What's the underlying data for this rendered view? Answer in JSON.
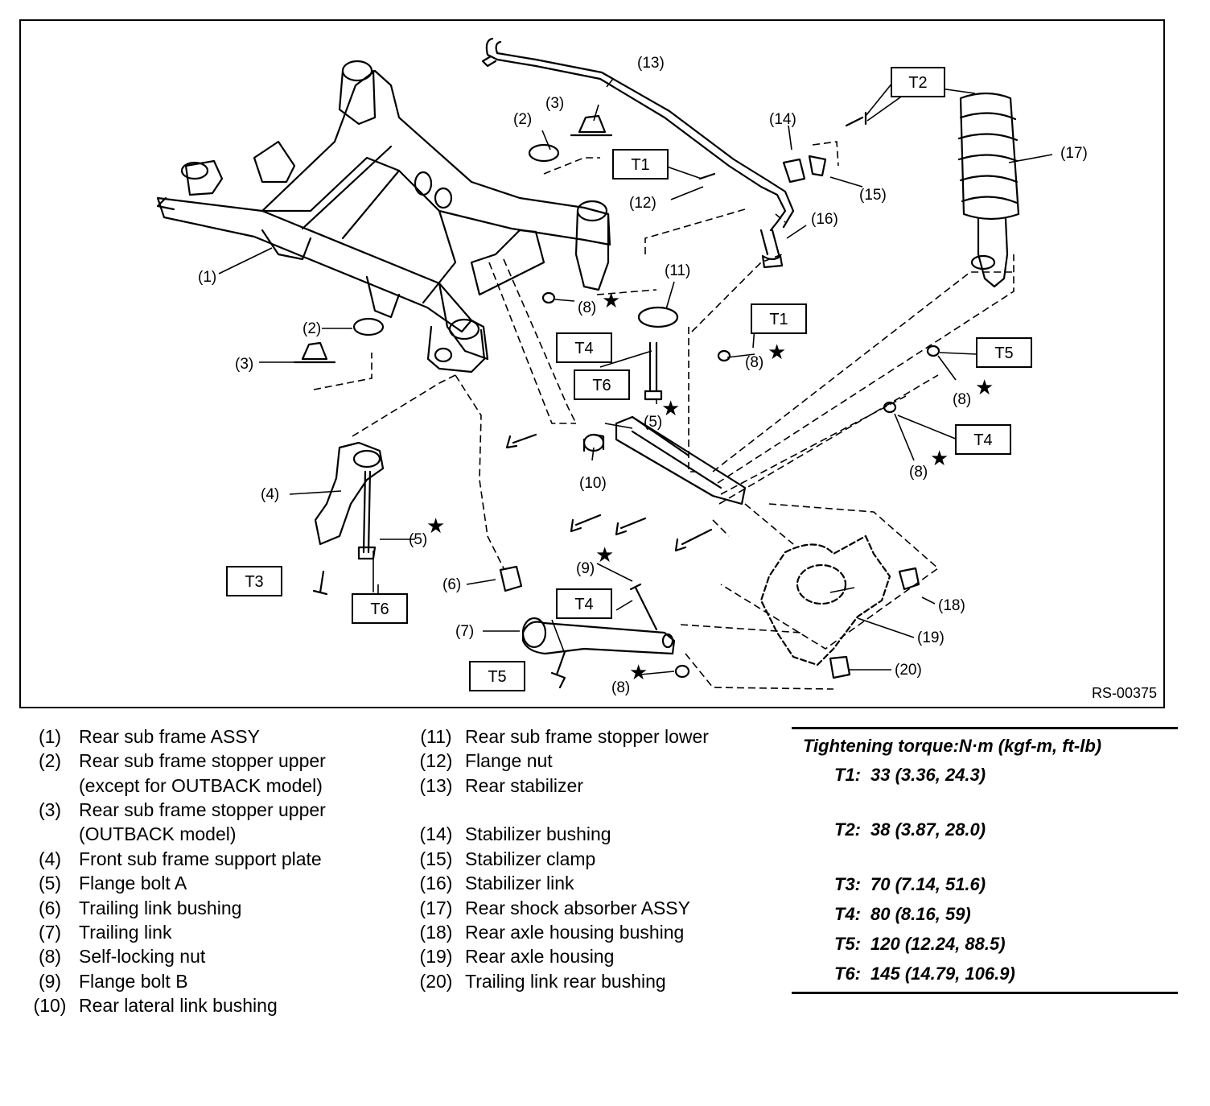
{
  "figure_id": "RS-00375",
  "callouts": {
    "c1": "(1)",
    "c2a": "(2)",
    "c2b": "(2)",
    "c3a": "(3)",
    "c3b": "(3)",
    "c4": "(4)",
    "c5a": "(5)",
    "c5b": "(5)",
    "c6": "(6)",
    "c7": "(7)",
    "c8a": "(8)",
    "c8b": "(8)",
    "c8c": "(8)",
    "c8d": "(8)",
    "c8e": "(8)",
    "c9": "(9)",
    "c10": "(10)",
    "c11": "(11)",
    "c12": "(12)",
    "c13": "(13)",
    "c14": "(14)",
    "c15": "(15)",
    "c16": "(16)",
    "c17": "(17)",
    "c18": "(18)",
    "c19": "(19)",
    "c20": "(20)"
  },
  "torque_boxes": {
    "b1": "T2",
    "b2": "T1",
    "b3": "T1",
    "b4": "T4",
    "b5": "T6",
    "b6": "T5",
    "b7": "T4",
    "b8": "T3",
    "b9": "T6",
    "b10": "T4",
    "b11": "T5"
  },
  "legend_left": [
    {
      "num": "(1)",
      "text": [
        "Rear sub frame ASSY"
      ]
    },
    {
      "num": "(2)",
      "text": [
        "Rear sub frame stopper upper",
        "(except for OUTBACK model)"
      ]
    },
    {
      "num": "(3)",
      "text": [
        "Rear sub frame stopper upper",
        "(OUTBACK model)"
      ]
    },
    {
      "num": "(4)",
      "text": [
        "Front sub frame support plate"
      ]
    },
    {
      "num": "(5)",
      "text": [
        "Flange bolt A"
      ]
    },
    {
      "num": "(6)",
      "text": [
        "Trailing link bushing"
      ]
    },
    {
      "num": "(7)",
      "text": [
        "Trailing link"
      ]
    },
    {
      "num": "(8)",
      "text": [
        "Self-locking nut"
      ]
    },
    {
      "num": "(9)",
      "text": [
        "Flange bolt B"
      ]
    },
    {
      "num": "(10)",
      "text": [
        "Rear lateral link bushing"
      ]
    }
  ],
  "legend_right": [
    {
      "num": "(11)",
      "text": [
        "Rear sub frame stopper lower"
      ]
    },
    {
      "num": "(12)",
      "text": [
        "Flange nut"
      ]
    },
    {
      "num": "(13)",
      "text": [
        "Rear stabilizer",
        ""
      ]
    },
    {
      "num": "(14)",
      "text": [
        "Stabilizer bushing"
      ]
    },
    {
      "num": "(15)",
      "text": [
        "Stabilizer clamp"
      ]
    },
    {
      "num": "(16)",
      "text": [
        "Stabilizer link"
      ]
    },
    {
      "num": "(17)",
      "text": [
        "Rear shock absorber ASSY"
      ]
    },
    {
      "num": "(18)",
      "text": [
        "Rear axle housing bushing"
      ]
    },
    {
      "num": "(19)",
      "text": [
        "Rear axle housing"
      ]
    },
    {
      "num": "(20)",
      "text": [
        "Trailing link rear bushing"
      ]
    }
  ],
  "torque_table": {
    "heading": "Tightening torque:N·m (kgf-m, ft-lb)",
    "rows": [
      {
        "key": "T1:",
        "value": "33 (3.36, 24.3)"
      },
      {
        "key": "T2:",
        "value": "38 (3.87, 28.0)"
      },
      {
        "key": "T3:",
        "value": "70 (7.14, 51.6)"
      },
      {
        "key": "T4:",
        "value": "80 (8.16, 59)"
      },
      {
        "key": "T5:",
        "value": "120 (12.24, 88.5)"
      },
      {
        "key": "T6:",
        "value": "145 (14.79, 106.9)"
      }
    ]
  }
}
